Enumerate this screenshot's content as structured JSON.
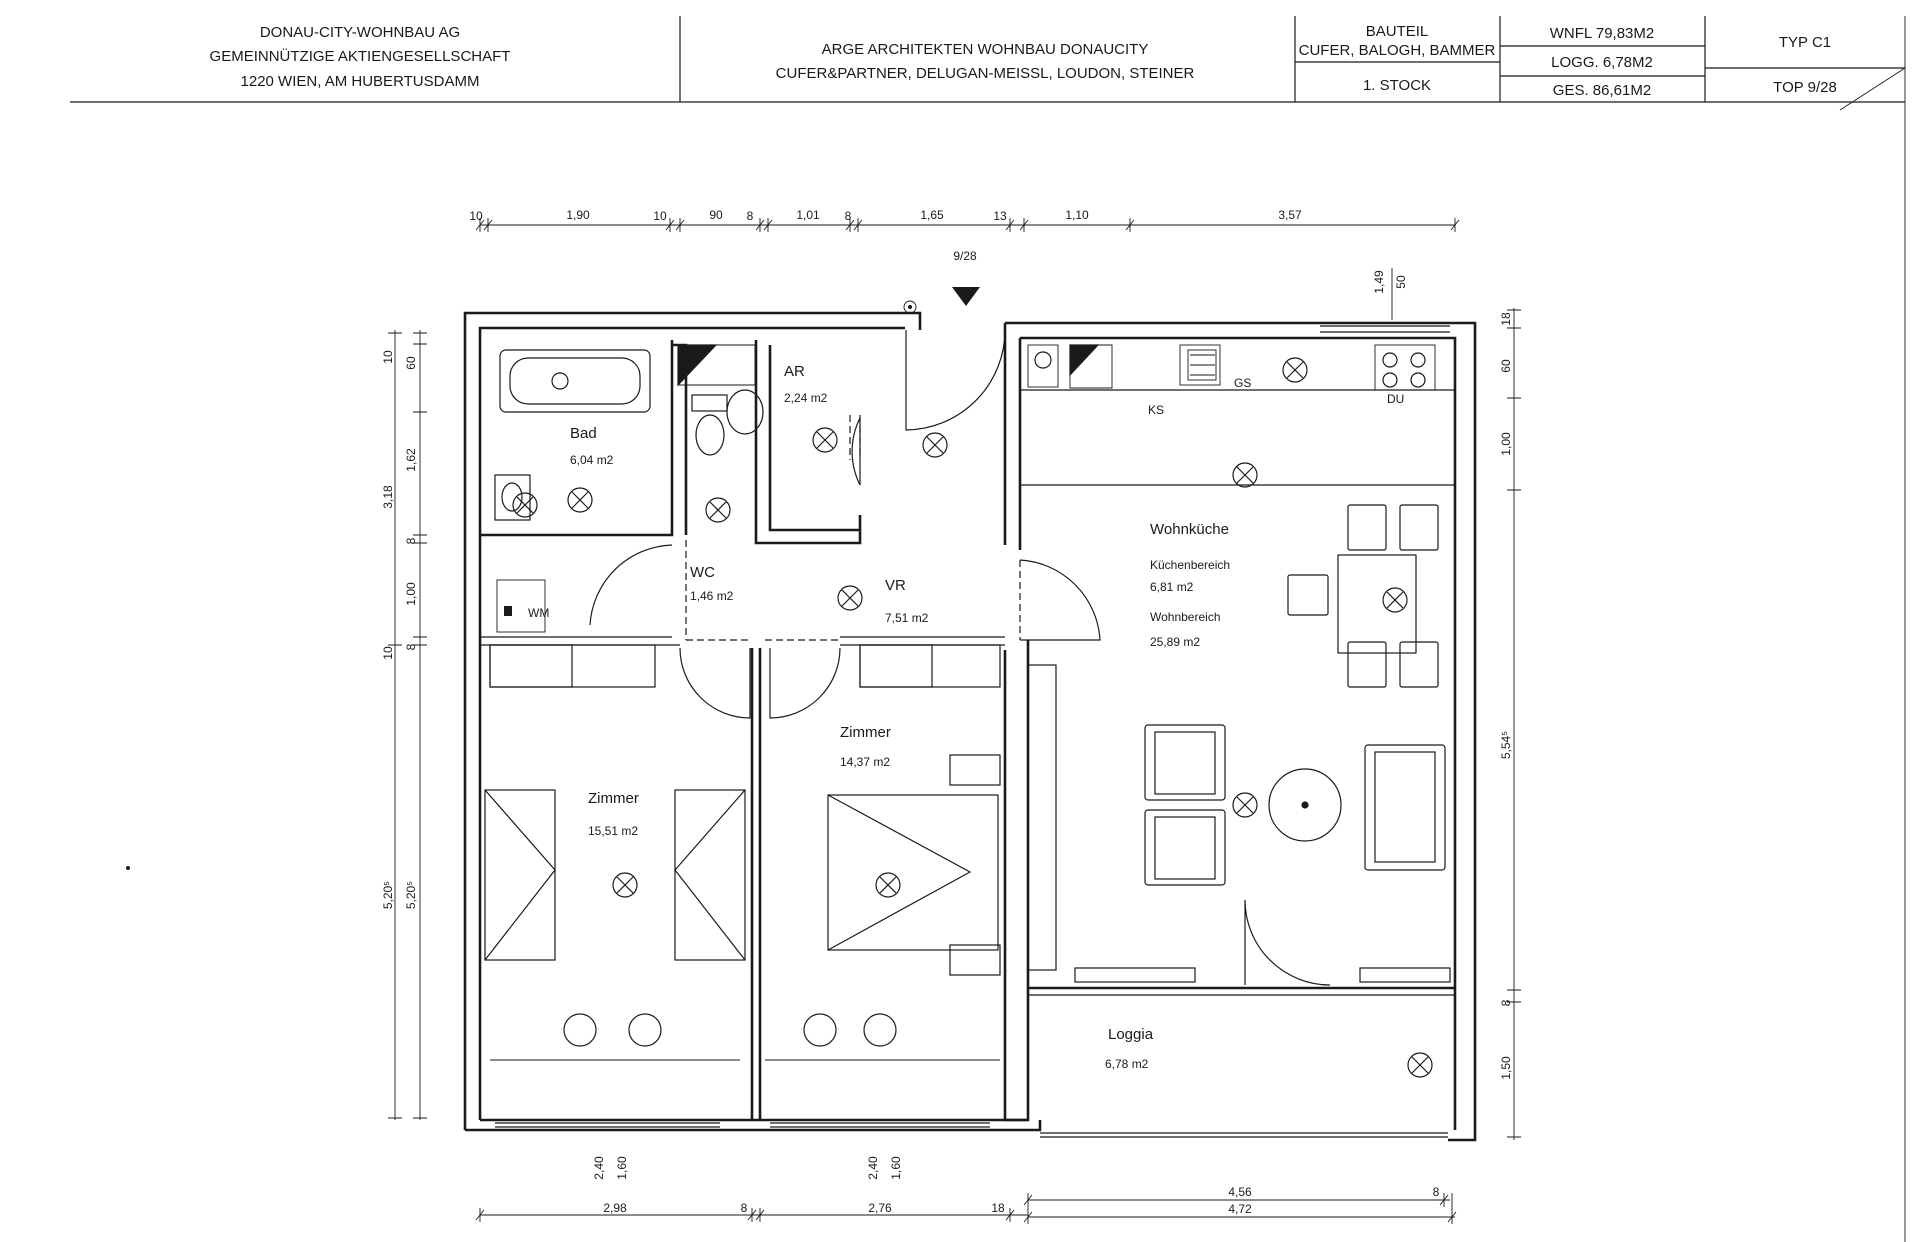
{
  "title_block": {
    "client": [
      "DONAU-CITY-WOHNBAU AG",
      "GEMEINNÜTZIGE AKTIENGESELLSCHAFT",
      "1220 WIEN, AM HUBERTUSDAMM"
    ],
    "architects": [
      "ARGE ARCHITEKTEN WOHNBAU DONAUCITY",
      "CUFER&PARTNER, DELUGAN-MEISSL, LOUDON, STEINER"
    ],
    "bauteil_label": "BAUTEIL",
    "bauteil_value": "CUFER, BALOGH, BAMMER",
    "stock": "1. STOCK",
    "wnfl": "WNFL 79,83M2",
    "logg": "LOGG. 6,78M2",
    "ges": "GES. 86,61M2",
    "typ": "TYP C1",
    "top": "TOP 9/28"
  },
  "entrance": {
    "label": "9/28"
  },
  "rooms": {
    "bad": {
      "name": "Bad",
      "area": "6,04 m2"
    },
    "ar": {
      "name": "AR",
      "area": "2,24 m2"
    },
    "wc": {
      "name": "WC",
      "area": "1,46 m2"
    },
    "vr": {
      "name": "VR",
      "area": "7,51 m2"
    },
    "wohnkueche": {
      "name": "Wohnküche",
      "sub1": "Küchenbereich",
      "area1": "6,81 m2",
      "sub2": "Wohnbereich",
      "area2": "25,89 m2"
    },
    "zimmer1": {
      "name": "Zimmer",
      "area": "15,51 m2"
    },
    "zimmer2": {
      "name": "Zimmer",
      "area": "14,37 m2"
    },
    "loggia": {
      "name": "Loggia",
      "area": "6,78 m2"
    }
  },
  "fixtures": {
    "wm": "WM",
    "ks": "KS",
    "gs": "GS",
    "du": "DU"
  },
  "dimensions": {
    "top": [
      "10",
      "1,90",
      "10",
      "90",
      "8",
      "1,01",
      "8",
      "1,65",
      "13",
      "1,10",
      "3,57"
    ],
    "top_right": [
      "1,49",
      "50"
    ],
    "left_outer": [
      "3,18",
      "5,20⁵"
    ],
    "left_inner": [
      "10",
      "60",
      "1,62",
      "8",
      "1,00",
      "10",
      "8",
      "5,20⁵"
    ],
    "right": [
      "18",
      "60",
      "1,00",
      "5,54⁵",
      "8",
      "1,50"
    ],
    "bottom_win": [
      "2,40",
      "1,60",
      "2,40",
      "1,60"
    ],
    "bottom": [
      "2,98",
      "8",
      "2,76",
      "18",
      "4,56",
      "8",
      "4,72"
    ]
  }
}
